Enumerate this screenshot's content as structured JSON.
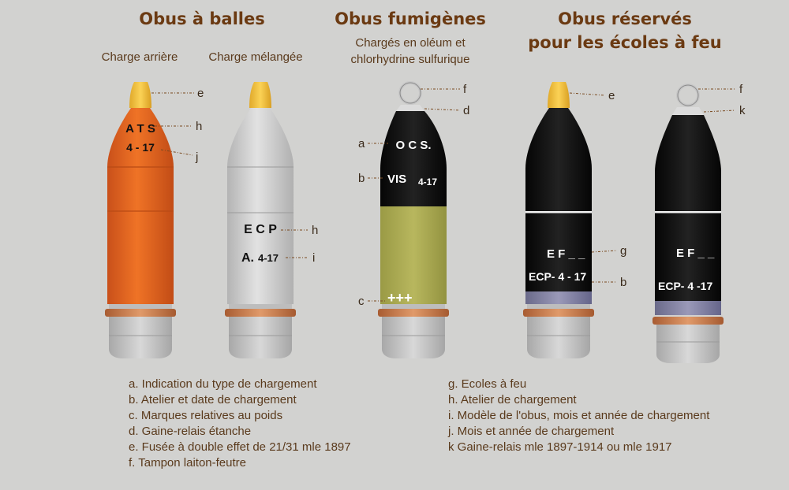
{
  "headings": {
    "balles": "Obus à balles",
    "fumigenes": "Obus fumigènes",
    "reserves_line1": "Obus réservés",
    "reserves_line2": "pour les écoles à feu"
  },
  "subheadings": {
    "charge_arriere": "Charge arrière",
    "charge_melangee": "Charge mélangée",
    "fumigenes_line1": "Chargés en oléum et",
    "fumigenes_line2": "chlorhydrine sulfurique"
  },
  "shell_markings": {
    "s1_line1": "A T S",
    "s1_line2": "4 - 17",
    "s2_line1": "E C P",
    "s2_line2_a": "A.",
    "s2_line2_b": "4-17",
    "s3_line1": "O C S.",
    "s3_line2_a": "VIS",
    "s3_line2_b": "4-17",
    "s3_line3": "+++",
    "s4_line1": "E F _ _",
    "s4_line2": "ECP- 4 - 17",
    "s5_line1": "E F _ _",
    "s5_line2": "ECP- 4 -17"
  },
  "callout_letters": {
    "s1_e": "e",
    "s1_h": "h",
    "s1_j": "j",
    "s2_h": "h",
    "s2_i": "i",
    "s3_f": "f",
    "s3_d": "d",
    "s3_a": "a",
    "s3_b": "b",
    "s3_c": "c",
    "s4_e": "e",
    "s4_g": "g",
    "s4_b": "b",
    "s5_f": "f",
    "s5_k": "k"
  },
  "legend_left": [
    "a. Indication du type de chargement",
    "b. Atelier et date de chargement",
    "c. Marques relatives au poids",
    "d. Gaine-relais étanche",
    "e. Fusée à double effet de 21/31 mle 1897",
    "f. Tampon laiton-feutre"
  ],
  "legend_right": [
    "g. Ecoles à feu",
    "h. Atelier de chargement",
    "i. Modèle de l'obus, mois et année de chargement",
    "j. Mois et année de chargement",
    "k Gaine-relais mle 1897-1914 ou mle 1917"
  ],
  "colors": {
    "background": "#d2d2d0",
    "heading_brown": "#6b3a12",
    "shrapnel_orange": "#e0621c",
    "shell_grey": "#cfcfcf",
    "smoke_black": "#0c0c0c",
    "smoke_olive": "#a9a84e",
    "fuse_yellow": "#f2c23a",
    "copper_band": "#c77a4a",
    "base_violet": "#7b7a9a"
  }
}
